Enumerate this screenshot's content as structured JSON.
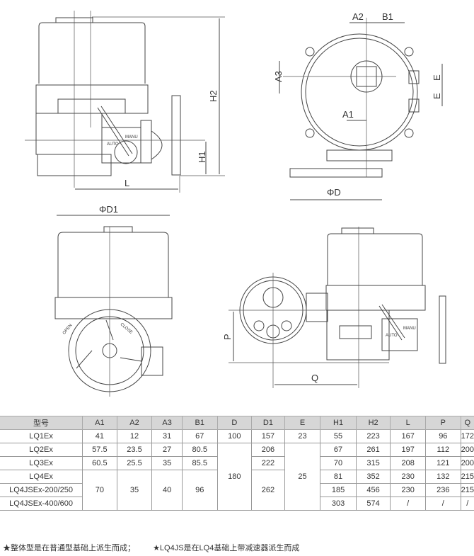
{
  "drawing_labels": {
    "side_view": {
      "H1": "H1",
      "H2": "H2",
      "L": "L",
      "manu": "MANU",
      "auto": "AUTO"
    },
    "top_view": {
      "A1": "A1",
      "A2": "A2",
      "A3": "A3",
      "B1": "B1",
      "E1": "E",
      "E2": "E",
      "D": "ΦD"
    },
    "front_view": {
      "D1": "ΦD1",
      "open": "OPEN",
      "close": "CLOSE"
    },
    "combined_view": {
      "P": "P",
      "Q": "Q",
      "manu": "MANU",
      "auto": "AUTO"
    }
  },
  "table": {
    "headers": [
      "型号",
      "A1",
      "A2",
      "A3",
      "B1",
      "D",
      "D1",
      "E",
      "H1",
      "H2",
      "L",
      "P",
      "Q"
    ],
    "rows": [
      {
        "model": "LQ1Ex",
        "A1": "41",
        "A2": "12",
        "A3": "31",
        "B1": "67",
        "D": "100",
        "D1": "157",
        "E": "23",
        "H1": "55",
        "H2": "223",
        "L": "167",
        "P": "96",
        "Q": "172"
      },
      {
        "model": "LQ2Ex",
        "A1": "57.5",
        "A2": "23.5",
        "A3": "27",
        "B1": "80.5",
        "D1": "206",
        "H1": "67",
        "H2": "261",
        "L": "197",
        "P": "112",
        "Q": "200"
      },
      {
        "model": "LQ3Ex",
        "A1": "60.5",
        "A2": "25.5",
        "A3": "35",
        "B1": "85.5",
        "D1": "222",
        "H1": "70",
        "H2": "315",
        "L": "208",
        "P": "121",
        "Q": "200"
      },
      {
        "model": "LQ4Ex",
        "H1": "81",
        "H2": "352",
        "L": "230",
        "P": "132",
        "Q": "215"
      },
      {
        "model": "LQ4JSEx-200/250",
        "H1": "185",
        "H2": "456",
        "L": "230",
        "P": "236",
        "Q": "215"
      },
      {
        "model": "LQ4JSEx-400/600",
        "H1": "303",
        "H2": "574",
        "L": "/",
        "P": "/",
        "Q": "/"
      }
    ],
    "merged": {
      "A1": "70",
      "A2": "35",
      "A3": "40",
      "B1": "96",
      "D": "180",
      "D1": "262",
      "E": "25"
    }
  },
  "notes": [
    "★整体型是在普通型基础上派生而成；",
    "★LQ4JS是在LQ4基础上带减速器派生而成"
  ]
}
